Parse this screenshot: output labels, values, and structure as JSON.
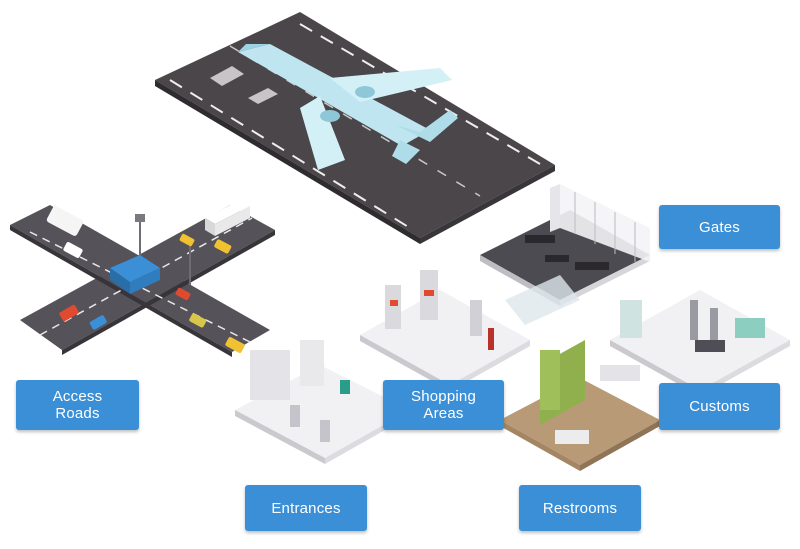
{
  "labels": {
    "gates": "Gates",
    "access_roads": "Access\nRoads",
    "shopping_areas": "Shopping\nAreas",
    "customs": "Customs",
    "entrances": "Entrances",
    "restrooms": "Restrooms"
  },
  "colors": {
    "label_bg": "#3a8fd6",
    "runway": "#4a4649",
    "road": "#56525a",
    "floor_light": "#f1f1f3",
    "floor_dark": "#4d4b52",
    "plane": "#bfe6f0",
    "wood": "#b89a76"
  },
  "icons": [
    "airplane-icon",
    "bus-icon",
    "car-icon",
    "truck-icon"
  ]
}
